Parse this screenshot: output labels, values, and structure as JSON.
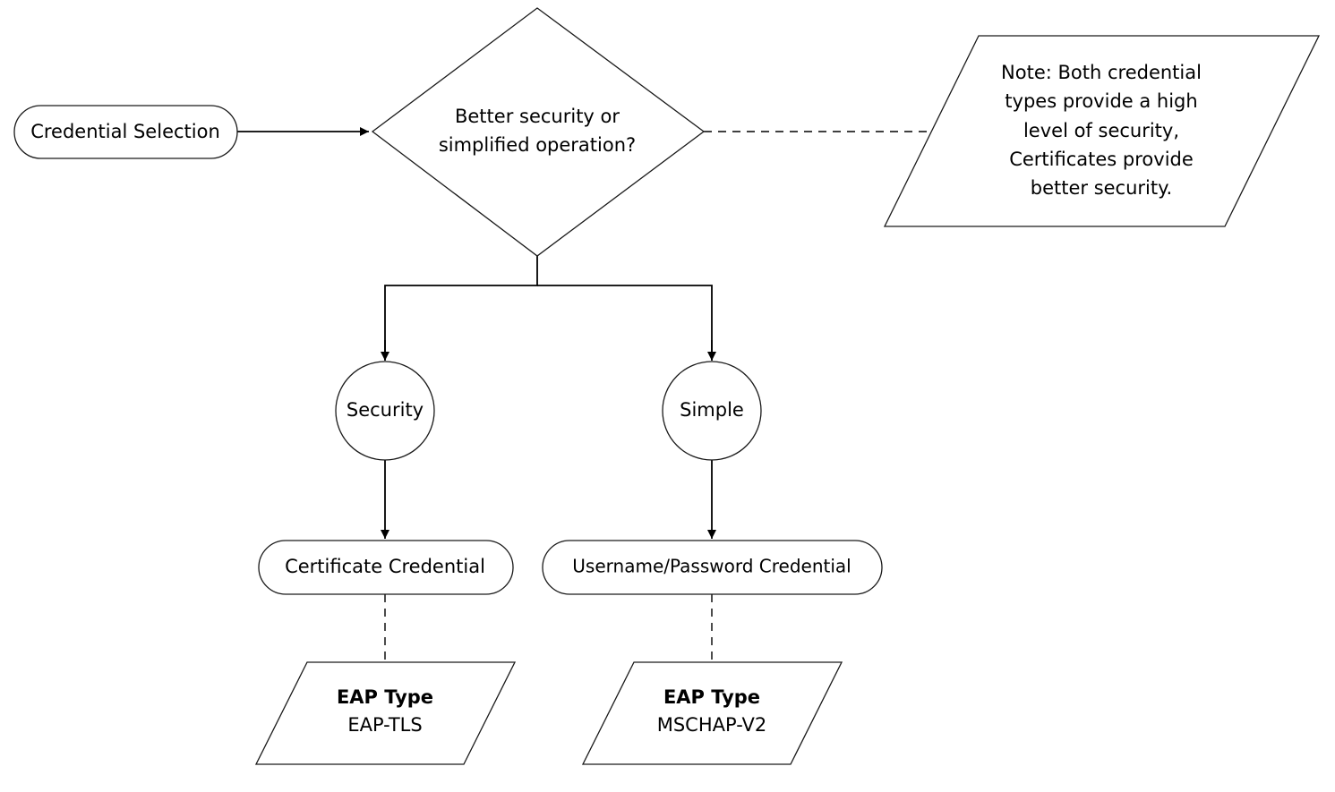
{
  "start_node": {
    "label": "Credential Selection"
  },
  "decision": {
    "line1": "Better security or",
    "line2": "simplified operation?"
  },
  "note": {
    "lines": [
      "Note:  Both credential",
      "types provide a high",
      "level of security,",
      "Certificates provide",
      "better security."
    ]
  },
  "branches": {
    "security": {
      "choice": "Security",
      "credential": "Certificate Credential",
      "eap_heading": "EAP Type",
      "eap_value": "EAP-TLS"
    },
    "simple": {
      "choice": "Simple",
      "credential": "Username/Password Credential",
      "eap_heading": "EAP Type",
      "eap_value": "MSCHAP-V2"
    }
  }
}
